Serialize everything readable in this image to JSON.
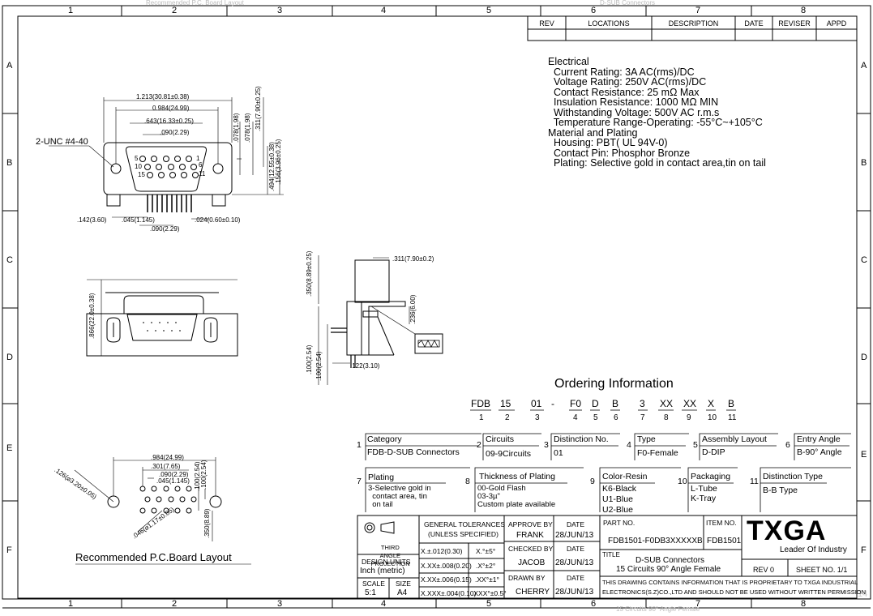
{
  "frame": {
    "top_cols": [
      "1",
      "2",
      "3",
      "4",
      "5",
      "6",
      "7",
      "8"
    ],
    "bottom_cols": [
      "1",
      "2",
      "3",
      "4",
      "5",
      "6",
      "7",
      "8"
    ],
    "left_rows": [
      "A",
      "B",
      "C",
      "D",
      "E",
      "F"
    ],
    "right_rows": [
      "A",
      "B",
      "C",
      "D",
      "E",
      "F"
    ],
    "top_faded": "Recommended P.C. Board Layout",
    "top_faded_right": "D-SUB Connectors",
    "bottom_faded": "15 Circuits 90° Angle Female",
    "corner_num": "14"
  },
  "rev_table": {
    "headers": [
      "REV",
      "LOCATIONS",
      "DESCRIPTION",
      "DATE",
      "REVISER",
      "APPD"
    ]
  },
  "specs": [
    "Electrical",
    "  Current Rating: 3A AC(rms)/DC",
    "  Voltage Rating: 250V AC(rms)/DC",
    "  Contact Resistance: 25 mΩ Max",
    "  Insulation Resistance: 1000 MΩ MIN",
    "  Withstanding Voltage: 500V AC r.m.s",
    "  Temperature Range-Operating: -55°C~+105°C",
    "Material and Plating",
    "  Housing: PBT( UL 94V-0)",
    "  Contact Pin: Phosphor Bronze",
    "  Plating: Selective gold in contact area,tin on tail"
  ],
  "dims": {
    "unc": "2-UNC #4-40",
    "d1": "1.213(30.81±0.38)",
    "d2": "0.984(24.99)",
    "d3": ".643(16.33±0.25)",
    "d4": ".090(2.29)",
    "v1": ".078(1.98)",
    "v2": ".078(1.98)",
    "v3": ".311(7.90±0.25)",
    "v4": ".494(12.55±0.38)",
    "v5": ".156(3.96±0.25)",
    "b1": ".142(3.60)",
    "b2": ".045(1.145)",
    "b3": ".024(0.60±0.10)",
    "b4": ".090(2.29)",
    "pin1": "1",
    "pin5": "5",
    "pin6": "6",
    "pin10": "10",
    "pin11": "11",
    "pin15": "15",
    "front_h": ".866(22.0±0.38)",
    "side1": ".311(7.90±0.2)",
    "side2": ".350(8.89±0.25)",
    "side3": ".236(6.00)",
    "side4": ".100(2.54)",
    "side5": ".100(2.54)",
    "side6": ".122(3.10)",
    "pcb1": ".984(24.99)",
    "pcb2": ".301(7.65)",
    "pcb3": ".090(2.29)",
    "pcb4": ".045(1.145)",
    "pcb5": ".100(2.54)",
    "pcb6": ".100(2.54)",
    "pcb7": ".126(⌀3.20±0.05)",
    "pcb8": ".046(⌀1.17±0.05)",
    "pcb9": ".350(8.89)",
    "pcb_title": "Recommended P.C.Board Layout"
  },
  "ordering": {
    "title": "Ordering Information",
    "codes": [
      "FDB",
      "15",
      "01",
      "-",
      "F0",
      "D",
      "B",
      "3",
      "XX",
      "XX",
      "X",
      "B"
    ],
    "nums": [
      "1",
      "2",
      "3",
      "4",
      "5",
      "6",
      "7",
      "8",
      "9",
      "10",
      "11"
    ],
    "fields": [
      {
        "n": "1",
        "title": "Category",
        "lines": [
          "FDB-D-SUB Connectors"
        ]
      },
      {
        "n": "2",
        "title": "Circuits",
        "lines": [
          "09-9Circuits"
        ]
      },
      {
        "n": "3",
        "title": "Distinction No.",
        "lines": [
          "01"
        ]
      },
      {
        "n": "4",
        "title": "Type",
        "lines": [
          "F0-Female"
        ]
      },
      {
        "n": "5",
        "title": "Assembly Layout",
        "lines": [
          "D-DIP"
        ]
      },
      {
        "n": "6",
        "title": "Entry Angle",
        "lines": [
          "B-90° Angle"
        ]
      },
      {
        "n": "7",
        "title": "Plating",
        "lines": [
          "3-Selective gold in",
          "  contact area, tin",
          "  on tail"
        ]
      },
      {
        "n": "8",
        "title": "Thickness of Plating",
        "lines": [
          "00-Gold Flash",
          "03-3µ\"",
          "Custom plate available"
        ]
      },
      {
        "n": "9",
        "title": "Color-Resin",
        "lines": [
          "K6-Black",
          "U1-Blue",
          "U2-Blue"
        ]
      },
      {
        "n": "10",
        "title": "Packaging",
        "lines": [
          "L-Tube",
          "K-Tray"
        ]
      },
      {
        "n": "11",
        "title": "Distinction Type",
        "lines": [
          "B-B Type"
        ]
      }
    ]
  },
  "titleblock": {
    "proj": "THIRD ANGLE PROJECTION",
    "gen_tol": "GENERAL TOLERANCES",
    "unless": "(UNLESS SPECIFIED)",
    "tol1": "X.±.012(0.30)",
    "tol1b": "X.°±5°",
    "tol2": "X.XX±.008(0.20)",
    "tol2b": ".X°±2°",
    "tol3": "X.XX±.006(0.15)",
    "tol3b": ".XX°±1°",
    "tol4": "X.XXX±.004(0.10)",
    "tol4b": ".XXX°±0.5°",
    "design_units": "DESIGN UNITS",
    "units_val": "Inch (metric)",
    "scale_lbl": "SCALE",
    "scale_val": "5:1",
    "size_lbl": "SIZE",
    "size_val": "A4",
    "approve_lbl": "APPROVE BY",
    "approve_val": "FRANK",
    "checked_lbl": "CHECKED BY",
    "checked_val": "JACOB",
    "drawn_lbl": "DRAWN BY",
    "drawn_val": "CHERRY",
    "date_lbl": "DATE",
    "date_val": "28/JUN/13",
    "part_lbl": "PART NO.",
    "part_val": "FDB1501-F0DB3XXXXXB",
    "item_lbl": "ITEM NO.",
    "item_val": "FDB1501",
    "title_lbl": "TITLE",
    "title_l1": "D-SUB Connectors",
    "title_l2": "15 Circuits 90° Angle Female",
    "rev_val": "REV 0",
    "sheet_val": "SHEET NO. 1/1",
    "prop1": "THIS DRAWING CONTAINS INFORMATION THAT IS PROPRIETARY TO TXGA INDUSTRIAL",
    "prop2": "ELECTRONICS(S.Z)CO.,LTD AND SHOULD NOT BE USED WITHOUT WRITTEN PERMISSION",
    "logo": "TXGA",
    "slogan": "Leader Of Industry"
  }
}
